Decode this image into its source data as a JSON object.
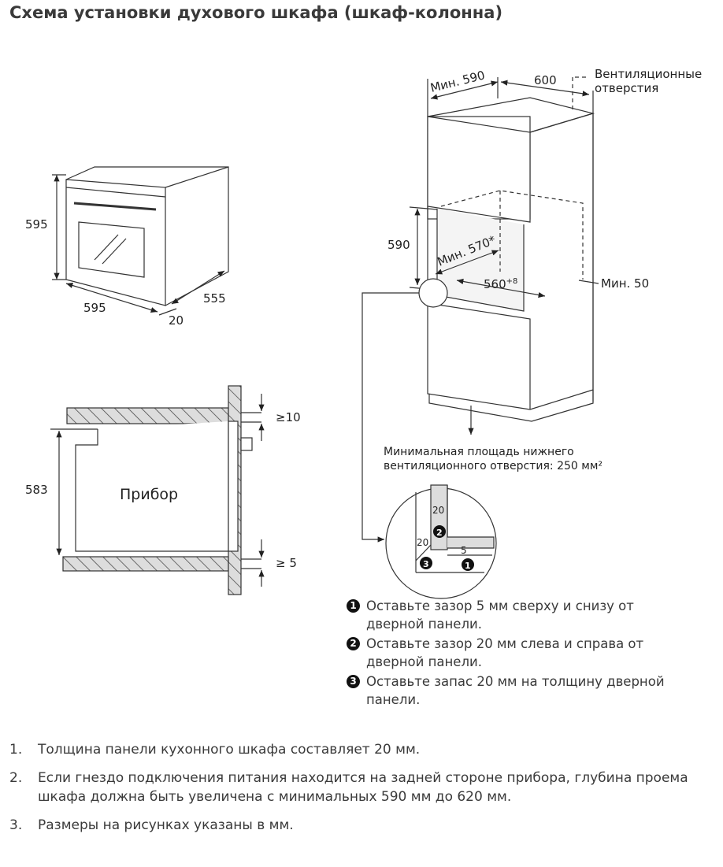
{
  "title": "Схема установки духового шкафа (шкаф-колонна)",
  "oven": {
    "height": "595",
    "width": "595",
    "depth": "555",
    "door": "20"
  },
  "section": {
    "appliance": "Прибор",
    "height": "583",
    "gap_top": "≥10",
    "gap_bottom": "≥ 5"
  },
  "cabinet": {
    "min_depth": "Мин. 590",
    "width": "600",
    "vent_label_1": "Вентиляционные",
    "vent_label_2": "отверстия",
    "niche_height": "590",
    "niche_depth": "Мин. 570*",
    "niche_width": "560",
    "niche_width_tol": "+8",
    "min_gap": "Мин. 50",
    "vent_area_1": "Минимальная площадь нижнего",
    "vent_area_2": "вентиляционного отверстия: 250 мм²"
  },
  "detail": {
    "d1": "20",
    "d2": "20",
    "d3": "5",
    "b1": "1",
    "b2": "2",
    "b3": "3"
  },
  "callouts": [
    {
      "badge": "1",
      "text": "Оставьте зазор 5 мм сверху и снизу от дверной панели."
    },
    {
      "badge": "2",
      "text": "Оставьте зазор 20 мм слева и справа от дверной панели."
    },
    {
      "badge": "3",
      "text": "Оставьте запас 20 мм на толщину дверной панели."
    }
  ],
  "notes": [
    {
      "num": "1.",
      "text": "Толщина панели кухонного шкафа составляет 20 мм."
    },
    {
      "num": "2.",
      "text": "Если гнездо подключения питания находится на задней стороне прибора, глубина проема шкафа должна быть увеличена с минимальных 590 мм до 620 мм."
    },
    {
      "num": "3.",
      "text": "Размеры на рисунках указаны в мм."
    }
  ]
}
